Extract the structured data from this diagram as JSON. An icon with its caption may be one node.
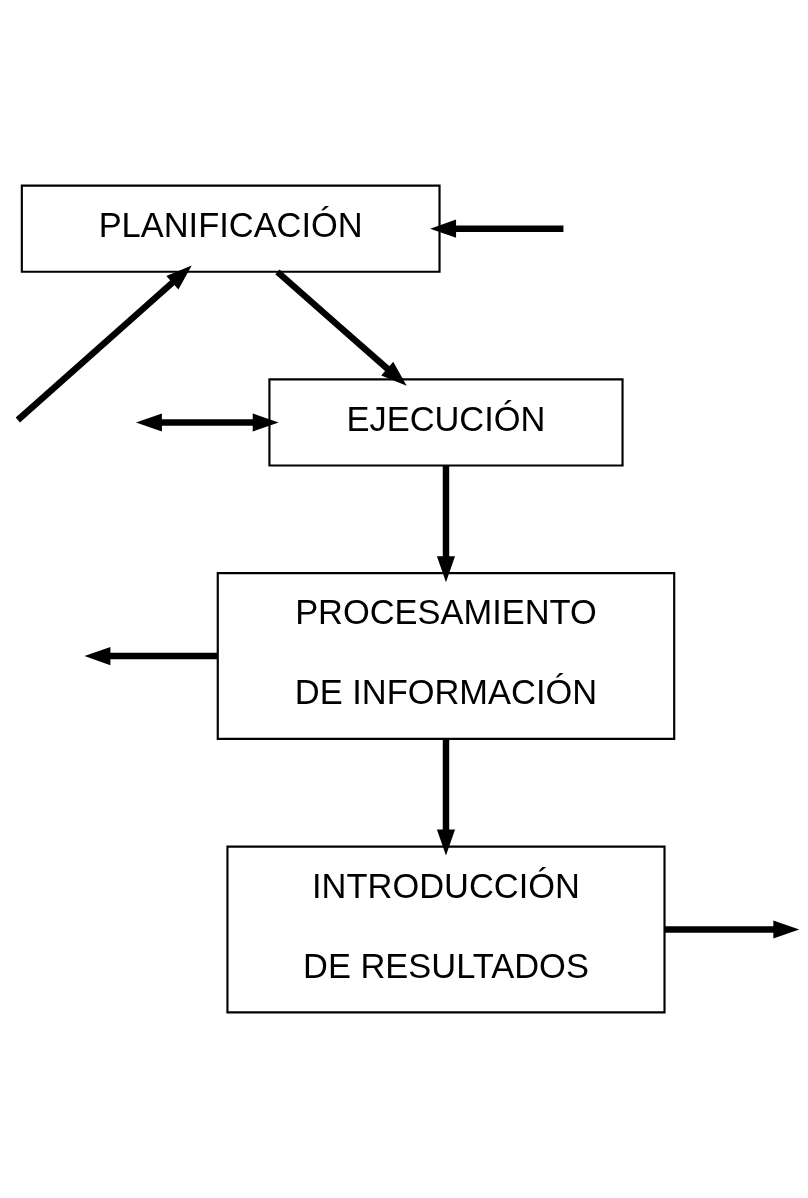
{
  "diagram": {
    "nodes": [
      {
        "text": [
          "PLANIFICACIÓN"
        ]
      },
      {
        "text": [
          "EJECUCIÓN"
        ]
      },
      {
        "text": [
          "PROCESAMIENTO DE INFORMACIÓN"
        ]
      },
      {
        "text": [
          "INTRODUCCIÓN DE RESULTADOS"
        ]
      }
    ],
    "edges": [
      {
        "from": null,
        "to": 0,
        "arrow": "to"
      },
      {
        "from": 0,
        "to": 1,
        "arrow": "to"
      },
      {
        "from": null,
        "to": 0,
        "arrow": "to"
      },
      {
        "from": 1,
        "to": null,
        "arrow": "both"
      },
      {
        "from": 1,
        "to": 2,
        "arrow": "to"
      },
      {
        "from": 2,
        "to": null,
        "arrow": "to"
      },
      {
        "from": 2,
        "to": 3,
        "arrow": "to"
      },
      {
        "from": 3,
        "to": null,
        "arrow": "to"
      }
    ]
  }
}
